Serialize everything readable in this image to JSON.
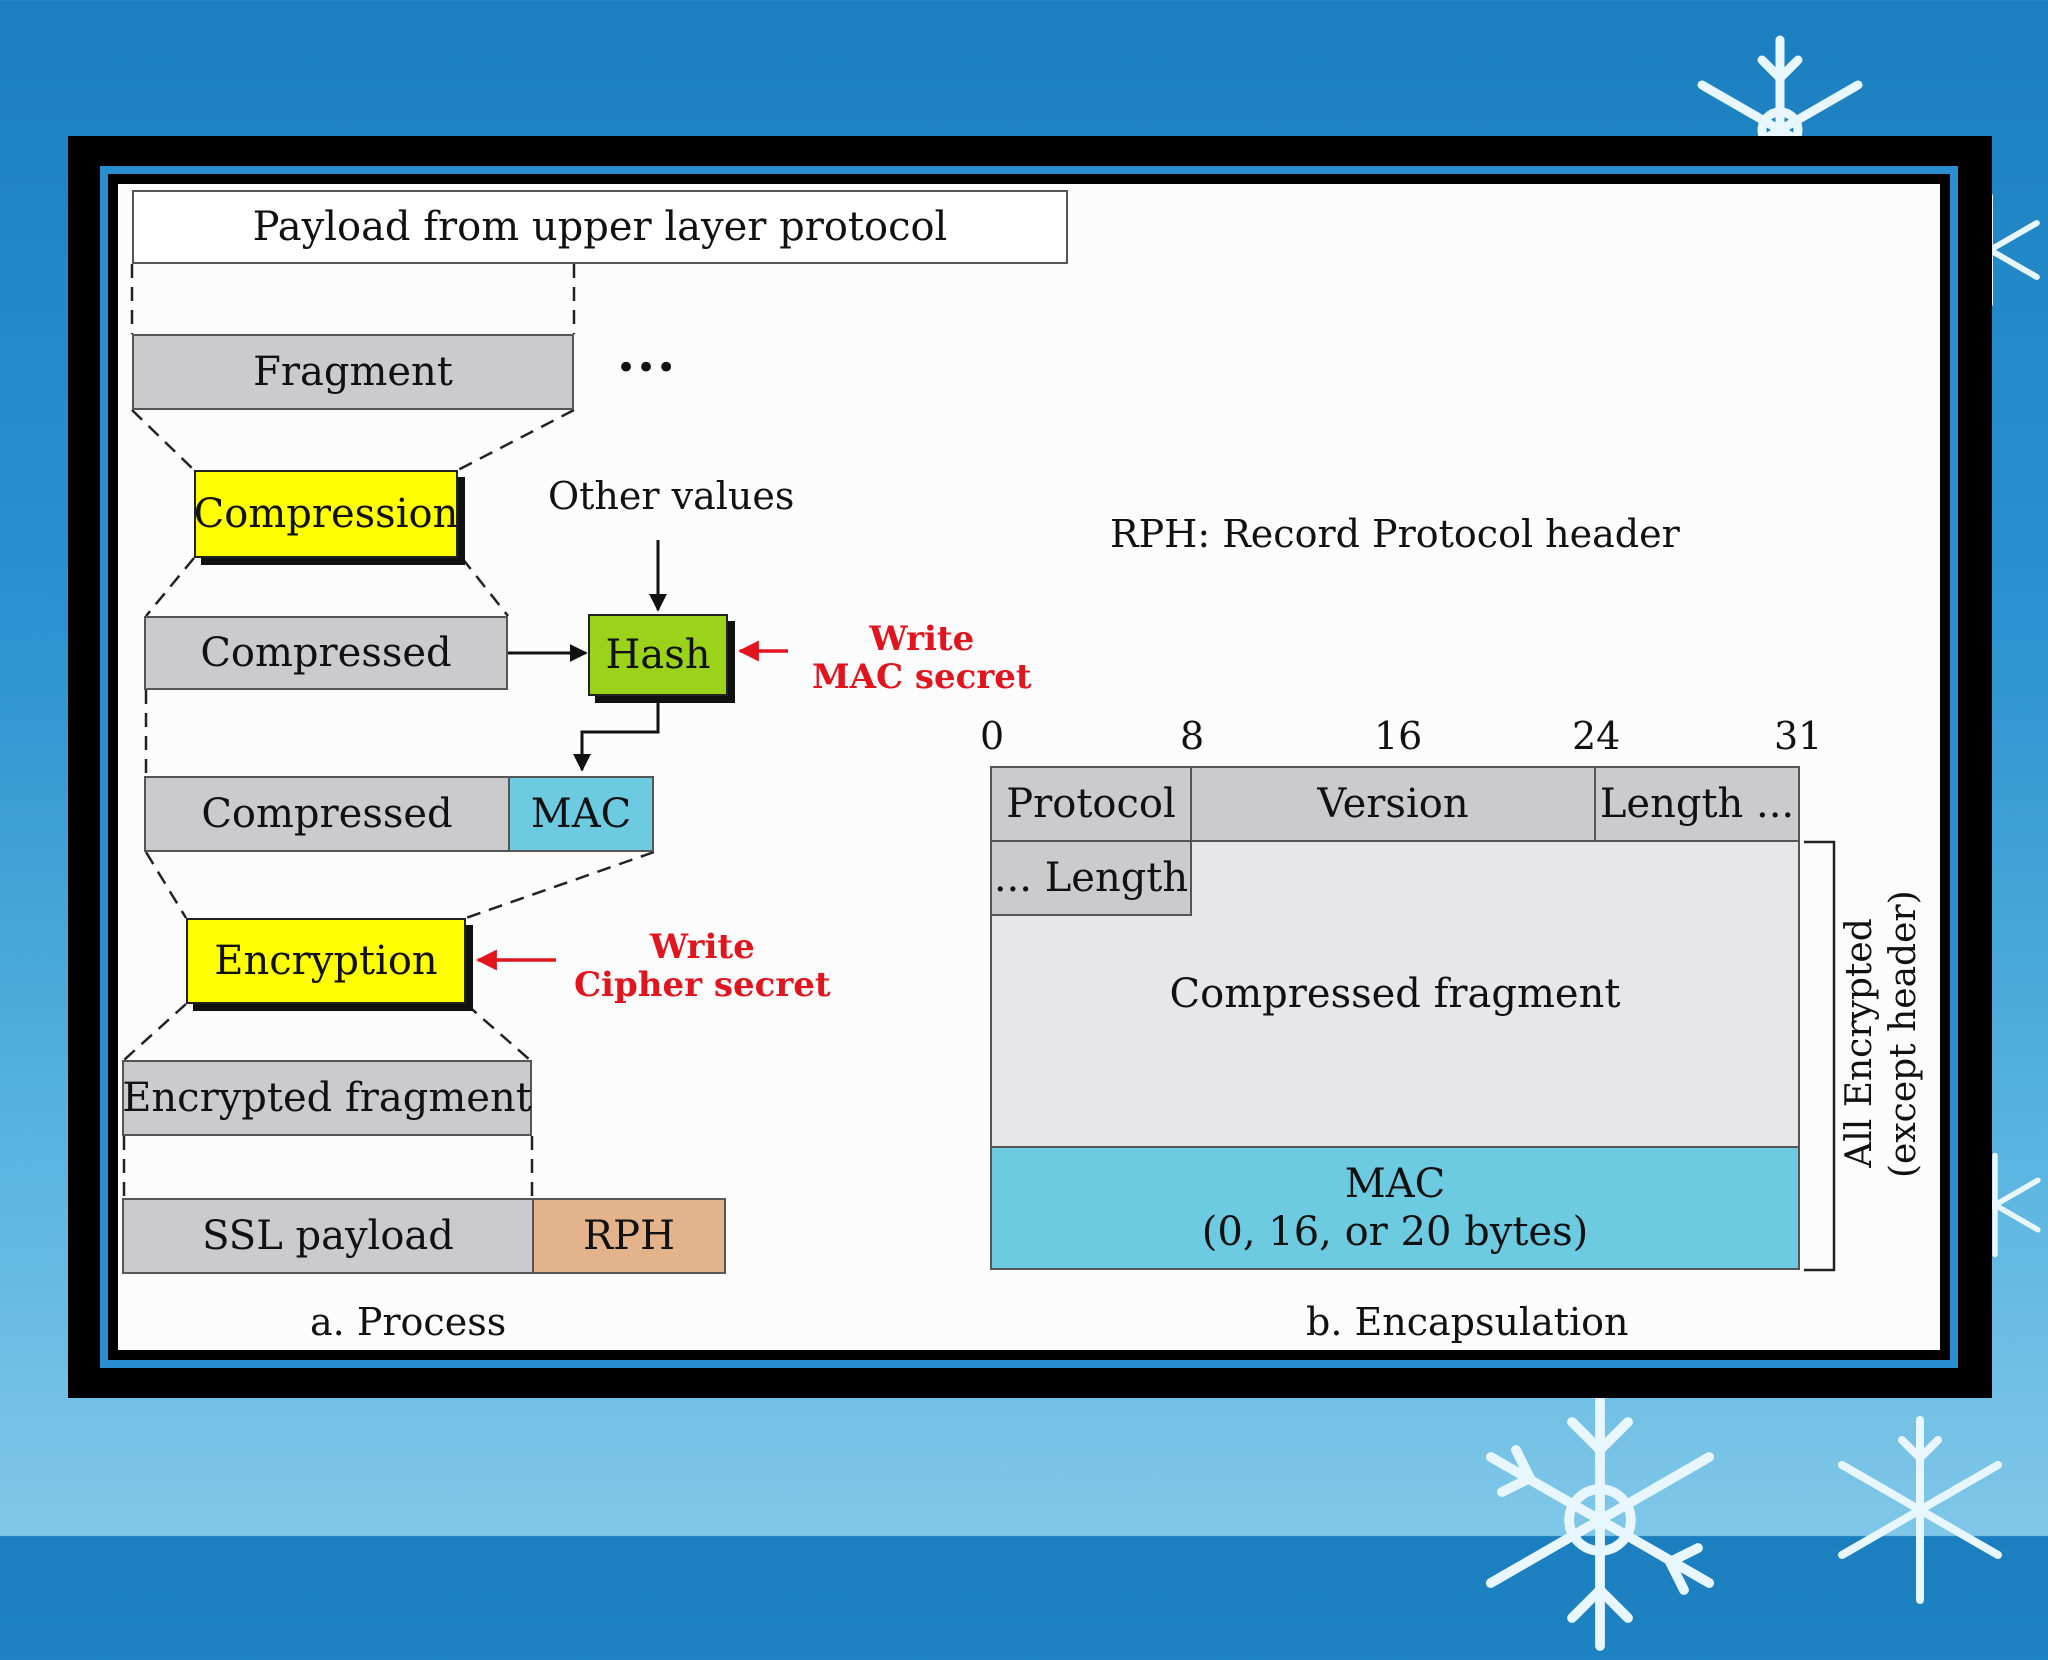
{
  "process": {
    "payload": "Payload from upper layer protocol",
    "fragment": "Fragment",
    "ellipsis": "•••",
    "compression": "Compression",
    "other_values": "Other values",
    "compressed1": "Compressed",
    "hash": "Hash",
    "write_mac_1": "Write",
    "write_mac_2": "MAC secret",
    "compressed2": "Compressed",
    "mac": "MAC",
    "encryption": "Encryption",
    "write_cipher_1": "Write",
    "write_cipher_2": "Cipher secret",
    "encrypted_fragment": "Encrypted fragment",
    "ssl_payload": "SSL payload",
    "rph": "RPH",
    "caption": "a. Process"
  },
  "encapsulation": {
    "legend": "RPH: Record Protocol header",
    "bit_labels": [
      "0",
      "8",
      "16",
      "24",
      "31"
    ],
    "protocol": "Protocol",
    "version": "Version",
    "length_start": "Length ...",
    "length_end": "... Length",
    "compressed_fragment": "Compressed fragment",
    "mac_line1": "MAC",
    "mac_line2": "(0, 16, or 20 bytes)",
    "side_line1": "All Encrypted",
    "side_line2": "(except header)",
    "caption": "b. Encapsulation"
  },
  "colors": {
    "yellow": "#ffff00",
    "green": "#9ad31a",
    "cyan": "#6ccbe0",
    "gray": "#cbcbcd",
    "tan": "#e3b48c",
    "red": "#e2141d"
  }
}
